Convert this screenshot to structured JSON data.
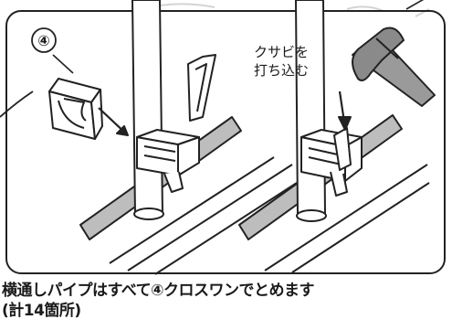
{
  "diagram": {
    "part_number": "④",
    "annotation_line1": "クサビを",
    "annotation_line2": "打ち込む"
  },
  "caption": {
    "line1": "横通しパイプはすべて④クロスワンでとめます",
    "line2": "(計14箇所)"
  }
}
